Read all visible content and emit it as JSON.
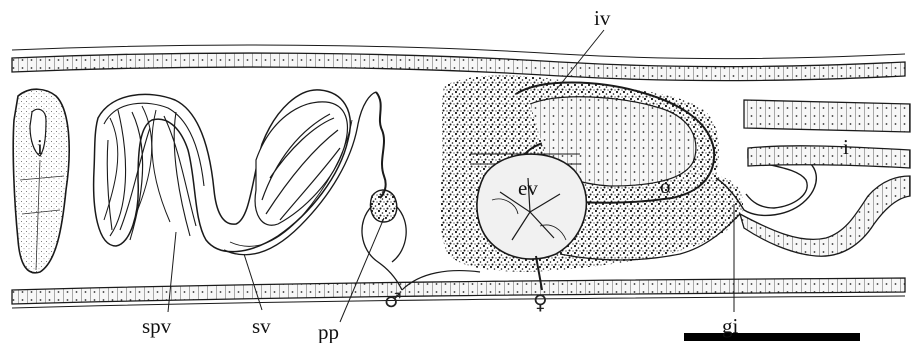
{
  "labels": {
    "i_left": "i",
    "i_right": "i",
    "iv": "iv",
    "ev": "ev",
    "o": "o",
    "spv": "spv",
    "sv": "sv",
    "pp": "pp",
    "gi": "gi",
    "male": "♂",
    "female": "♀"
  },
  "colors": {
    "ink": "#1a1a1a",
    "epithelium_fill": "#f4f4f4",
    "stipple": "#222222",
    "scale_bar": "#000000"
  }
}
